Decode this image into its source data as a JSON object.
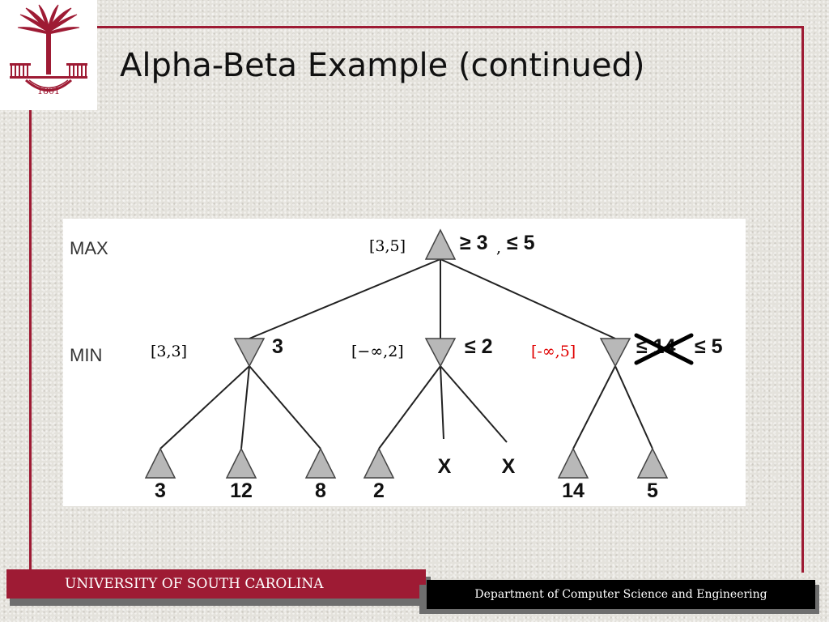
{
  "slide": {
    "title": "Alpha-Beta Example (continued)"
  },
  "logo": {
    "year": "1801"
  },
  "colors": {
    "garnet": "#9e1b34",
    "node_fill": "#b8b8b8",
    "highlight_red": "#e00000"
  },
  "diagram": {
    "row_labels": [
      "MAX",
      "MIN"
    ],
    "root": {
      "interval": "[3,5]",
      "annotation_left": "≥ 3",
      "separator": ",",
      "annotation_right": "≤ 5"
    },
    "min_nodes": [
      {
        "interval": "[3,3]",
        "value": "3"
      },
      {
        "interval": "[−∞,2]",
        "value": "≤ 2"
      },
      {
        "interval": "[-∞,5]",
        "value_crossed": "≤ 14",
        "value": "≤ 5"
      }
    ],
    "leaves": [
      "3",
      "12",
      "8",
      "2",
      "X",
      "X",
      "14",
      "5"
    ]
  },
  "footer": {
    "left": "UNIVERSITY OF SOUTH CAROLINA",
    "right": "Department of Computer Science and Engineering"
  }
}
